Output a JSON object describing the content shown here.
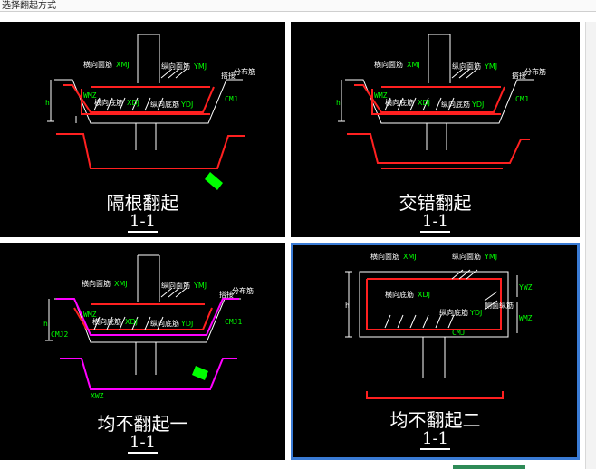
{
  "header": {
    "title": "选择翻起方式"
  },
  "panels": [
    {
      "name": "隔根翻起",
      "section": "1-1",
      "labels": {
        "top_trans": "横向面筋",
        "top_trans_code": "XMJ",
        "top_long": "纵向面筋",
        "top_long_code": "YMJ",
        "bot_trans": "横向底筋",
        "bot_trans_code": "XDJ",
        "bot_long": "纵向底筋",
        "bot_long_code": "YDJ",
        "dist": "分布筋",
        "cmj": "CMJ",
        "wmz": "WMZ",
        "h": "h",
        "lap": "搭接"
      }
    },
    {
      "name": "交错翻起",
      "section": "1-1",
      "labels": {
        "top_trans": "横向面筋",
        "top_trans_code": "XMJ",
        "top_long": "纵向面筋",
        "top_long_code": "YMJ",
        "bot_trans": "横向底筋",
        "bot_trans_code": "XDJ",
        "bot_long": "纵向底筋",
        "bot_long_code": "YDJ",
        "dist": "分布筋",
        "cmj": "CMJ",
        "wmz": "WMZ",
        "h": "h",
        "lap": "搭接"
      }
    },
    {
      "name": "均不翻起一",
      "section": "1-1",
      "labels": {
        "top_trans": "横向面筋",
        "top_trans_code": "XMJ",
        "top_long": "纵向面筋",
        "top_long_code": "YMJ",
        "bot_trans": "横向底筋",
        "bot_trans_code": "XDJ",
        "bot_long": "纵向底筋",
        "bot_long_code": "YDJ",
        "dist": "分布筋",
        "cmj1": "CMJ1",
        "cmj2": "CMJ2",
        "wmz": "WMZ",
        "h": "h",
        "xwz": "XWZ",
        "lap": "搭接"
      }
    },
    {
      "name": "均不翻起二",
      "section": "1-1",
      "selected": true,
      "labels": {
        "top_trans": "横向面筋",
        "top_trans_code": "XMJ",
        "top_long": "纵向面筋",
        "top_long_code": "YMJ",
        "bot_trans": "横向底筋",
        "bot_trans_code": "XDJ",
        "bot_long": "纵向底筋",
        "bot_long_code": "YDJ",
        "side": "侧面纵筋",
        "cmj": "CMJ",
        "wmz": "WMZ",
        "ywz": "YWZ",
        "h": "h"
      }
    }
  ],
  "colors": {
    "background": "#000000",
    "rebar": "#ff2020",
    "line": "#ffffff",
    "dim": "#00ff00",
    "magenta": "#ff00ff",
    "label": "#ffffff",
    "selected": "#3a7bd5"
  }
}
